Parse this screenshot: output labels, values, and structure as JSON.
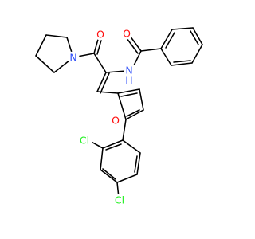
{
  "colors": {
    "bond": "#000000",
    "oxygen": "#ff0d0d",
    "nitrogen": "#3050f8",
    "hydrogen_on_nitrogen": "#3050f8",
    "chlorine": "#1ff01f",
    "background": "#ffffff"
  },
  "atoms": [
    {
      "id": "o_amide_ketone",
      "label": "O",
      "element": "oxygen"
    },
    {
      "id": "o_benzamide",
      "label": "O",
      "element": "oxygen"
    },
    {
      "id": "n_pyrrolidine",
      "label": "N",
      "element": "nitrogen"
    },
    {
      "id": "n_amide",
      "label": "N",
      "element": "nitrogen"
    },
    {
      "id": "h_amide",
      "label": "H",
      "element": "hydrogen_on_nitrogen"
    },
    {
      "id": "o_furan",
      "label": "O",
      "element": "oxygen"
    },
    {
      "id": "cl_ortho",
      "label": "Cl",
      "element": "chlorine"
    },
    {
      "id": "cl_para",
      "label": "Cl",
      "element": "chlorine"
    }
  ]
}
